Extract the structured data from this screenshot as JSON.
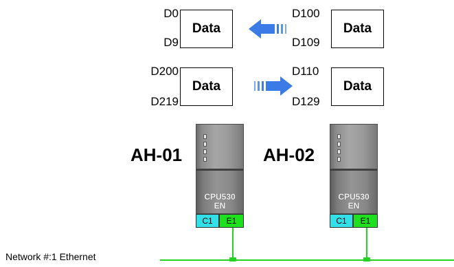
{
  "top_exchange": {
    "left": {
      "box_label": "Data",
      "start_reg": "D0",
      "end_reg": "D9"
    },
    "right": {
      "box_label": "Data",
      "start_reg": "D100",
      "end_reg": "D109"
    }
  },
  "bottom_exchange": {
    "left": {
      "box_label": "Data",
      "start_reg": "D200",
      "end_reg": "D219"
    },
    "right": {
      "box_label": "Data",
      "start_reg": "D110",
      "end_reg": "D129"
    }
  },
  "plcs": [
    {
      "name": "AH-01",
      "model_line1": "CPU530",
      "model_line2": "EN",
      "port1": "C1",
      "port2": "E1"
    },
    {
      "name": "AH-02",
      "model_line1": "CPU530",
      "model_line2": "EN",
      "port1": "C1",
      "port2": "E1"
    }
  ],
  "network": {
    "label": "Network #:1  Ethernet"
  },
  "colors": {
    "arrow": "#3a7be8",
    "network_line": "#22d322",
    "port_c1": "#33e0e8",
    "port_e1": "#1ee01e"
  },
  "icons": {
    "top_arrow": "left-arrow-icon",
    "bottom_arrow": "right-arrow-icon"
  }
}
